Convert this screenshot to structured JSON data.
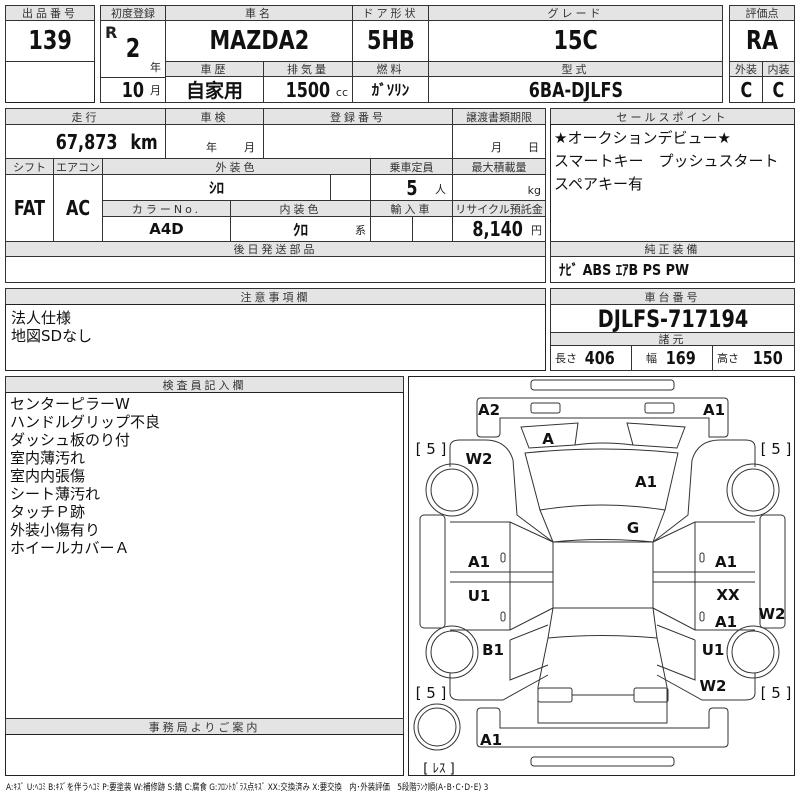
{
  "lot": {
    "label": "出品番号",
    "value": "139"
  },
  "first_reg": {
    "label": "初度登録",
    "era": "R",
    "year": "2",
    "year_unit": "年",
    "month": "10",
    "month_unit": "月"
  },
  "car_name": {
    "label": "車名",
    "value": "MAZDA2"
  },
  "door": {
    "label": "ドア形状",
    "value": "5HB"
  },
  "grade": {
    "label": "グレード",
    "value": "15C"
  },
  "history": {
    "label": "車歴",
    "value": "自家用"
  },
  "displacement": {
    "label": "排気量",
    "value": "1500",
    "unit": "cc"
  },
  "fuel": {
    "label": "燃料",
    "value": "ｶﾞｿﾘﾝ"
  },
  "model": {
    "label": "型式",
    "value": "6BA-DJLFS"
  },
  "score": {
    "label": "評価点",
    "value": "RA",
    "ext_label": "外装",
    "ext": "C",
    "int_label": "内装",
    "int": "C"
  },
  "mileage": {
    "label": "走行",
    "value": "67,873",
    "unit": "km"
  },
  "inspection": {
    "label": "車検",
    "year_unit": "年",
    "month_unit": "月"
  },
  "reg_no": {
    "label": "登録番号"
  },
  "transfer": {
    "label": "譲渡書類期限",
    "month_unit": "月",
    "day_unit": "日"
  },
  "shift": {
    "label": "シフト",
    "value": "FAT"
  },
  "ac": {
    "label": "エアコン",
    "value": "AC"
  },
  "ext_color": {
    "label": "外装色",
    "value": "ｼﾛ"
  },
  "seats": {
    "label": "乗車定員",
    "value": "5",
    "unit": "人"
  },
  "load": {
    "label": "最大積載量",
    "unit": "kg"
  },
  "color_no": {
    "label": "カラーNo.",
    "value": "A4D"
  },
  "int_color": {
    "label": "内装色",
    "value": "ｸﾛ",
    "unit": "系"
  },
  "import": {
    "label": "輸入車"
  },
  "recycle": {
    "label": "リサイクル預託金",
    "value": "8,140",
    "unit": "円"
  },
  "later_parts": {
    "label": "後日発送部品"
  },
  "sales_points": {
    "label": "セールスポイント",
    "lines": [
      "★オークションデビュー★",
      "スマートキー　プッシュスタート",
      "スペアキー有"
    ]
  },
  "equipment": {
    "label": "純正装備",
    "value": "ﾅﾋﾞ ABS ｴｱB PS PW"
  },
  "notes": {
    "label": "注意事項欄",
    "lines": [
      "法人仕様",
      "地図SDなし"
    ]
  },
  "chassis": {
    "label": "車台番号",
    "value": "DJLFS-717194"
  },
  "specs": {
    "label": "諸元",
    "length_label": "長さ",
    "length": "406",
    "width_label": "幅",
    "width": "169",
    "height_label": "高さ",
    "height": "150"
  },
  "inspector": {
    "label": "検査員記入欄",
    "lines": [
      "センターピラーW",
      "ハンドルグリップ不良",
      "ダッシュ板のり付",
      "室内薄汚れ",
      "室内内張傷",
      "シート薄汚れ",
      "タッチＰ跡",
      "外装小傷有り",
      "ホイールカバーＡ"
    ]
  },
  "office": {
    "label": "事務局よりご案内"
  },
  "diagram": {
    "marks": [
      "A2",
      "A1",
      "[ 5 ]",
      "W2",
      "A",
      "A1",
      "G",
      "A1",
      "U1",
      "A1",
      "XX",
      "A1",
      "W2",
      "B1",
      "U1",
      "[ 5 ]",
      "W2",
      "[ 5 ]",
      "[ 5 ]",
      "A1",
      "[ ﾚｽ ]"
    ]
  },
  "legend": "A:ｷｽﾞ U:ﾍｺﾐ B:ｷｽﾞを伴うﾍｺﾐ P:要塗装 W:補修跡 S:錆 C:腐食 G:ﾌﾛﾝﾄｶﾞﾗｽ点ｷｽﾞ XX:交換済み X:要交換　内･外装評価　5段階ﾗﾝｸ順(A･B･C･D･E) 3"
}
